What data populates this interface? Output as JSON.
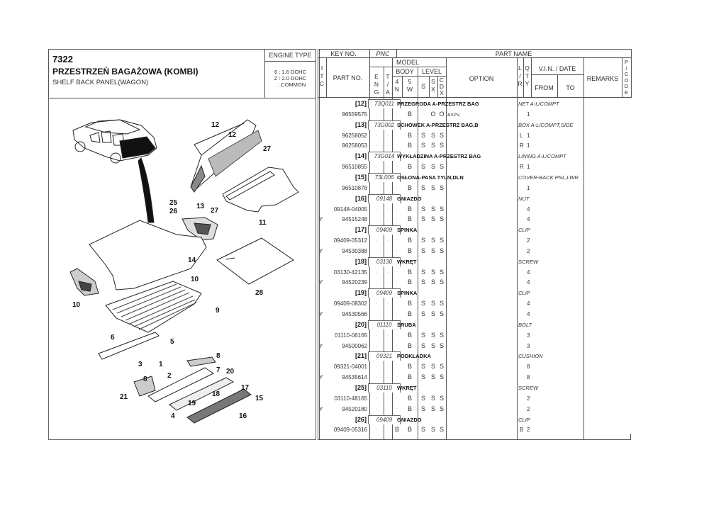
{
  "header": {
    "code": "7322",
    "title_pl": "PRZESTRZEŃ BAGAŻOWA (KOMBI)",
    "title_en": "SHELF BACK PANEL(WAGON)",
    "engine_type_label": "ENGINE TYPE",
    "engine_types": [
      "6 : 1.6 DOHC",
      "Z : 2.0 DOHC",
      ". : COMMON"
    ]
  },
  "table_header": {
    "key_no": "KEY NO.",
    "pnc": "PNC",
    "part_name": "PART NAME",
    "itc": [
      "I",
      "T",
      "C"
    ],
    "part_no": "PART NO.",
    "model": "MODEL",
    "body": "BODY",
    "level": "LEVEL",
    "eng": [
      "E",
      "N",
      "G"
    ],
    "ta": [
      "T",
      "/",
      "A"
    ],
    "n4": [
      "4",
      "N"
    ],
    "w5": [
      "5",
      "W"
    ],
    "s": "S",
    "sx": [
      "S",
      "X"
    ],
    "cdx": [
      "C",
      "D",
      "X"
    ],
    "option": "OPTION",
    "lr": [
      "L",
      "/",
      "R"
    ],
    "qty": [
      "Q",
      "T",
      "Y"
    ],
    "vin_date": "V.I.N. / DATE",
    "from": "FROM",
    "to": "TO",
    "remarks": "REMARKS",
    "pcode": [
      "P",
      "/",
      "C",
      "O",
      "D",
      "E"
    ]
  },
  "groups": [
    {
      "key": "[12]",
      "pnc": "73Q011",
      "name_pl": "PRZEGRODA A-PRZESTRZ BAG",
      "name_en": "NET A-L/COMPT",
      "parts": [
        {
          "itc": "",
          "no": "96559575",
          "eng": ".",
          "ta": ".",
          "n4": ".",
          "w5": "B",
          "s": ".",
          "sx": "O",
          "cdx": "O",
          "option": "&XPV.",
          "lr": "",
          "qty": "1"
        }
      ]
    },
    {
      "key": "[13]",
      "pnc": "73G002",
      "name_pl": "SCHOWEK A-PRZESTRZ BAG,B",
      "name_en": "BOX A-L/COMPT,SIDE",
      "parts": [
        {
          "itc": "",
          "no": "96258052",
          "eng": ".",
          "ta": ".",
          "n4": ".",
          "w5": "B",
          "s": "S",
          "sx": "S",
          "cdx": "S",
          "option": "",
          "lr": "L",
          "qty": "1"
        },
        {
          "itc": "",
          "no": "96258053",
          "eng": ".",
          "ta": ".",
          "n4": ".",
          "w5": "B",
          "s": "S",
          "sx": "S",
          "cdx": "S",
          "option": "",
          "lr": "R",
          "qty": "1"
        }
      ]
    },
    {
      "key": "[14]",
      "pnc": "73G014",
      "name_pl": "WYKŁADZINA A-PRZESTRZ BAG",
      "name_en": "LINING A-L/COMPT",
      "parts": [
        {
          "itc": "",
          "no": "96510855",
          "eng": ".",
          "ta": ".",
          "n4": ".",
          "w5": "B",
          "s": "S",
          "sx": "S",
          "cdx": "S",
          "option": "",
          "lr": "R",
          "qty": "1"
        }
      ]
    },
    {
      "key": "[15]",
      "pnc": "73L006",
      "name_pl": "OSŁONA-PASA TYLN,DLN",
      "name_en": "COVER-BACK PNL,LWR",
      "parts": [
        {
          "itc": "",
          "no": "96510878",
          "eng": ".",
          "ta": ".",
          "n4": ".",
          "w5": "B",
          "s": "S",
          "sx": "S",
          "cdx": "S",
          "option": "",
          "lr": "",
          "qty": "1"
        }
      ]
    },
    {
      "key": "[16]",
      "pnc": "09148",
      "name_pl": "GNIAZDO",
      "name_en": "NUT",
      "parts": [
        {
          "itc": "",
          "no": "09148-04005",
          "eng": ".",
          "ta": ".",
          "n4": ".",
          "w5": "B",
          "s": "S",
          "sx": "S",
          "cdx": "S",
          "option": "",
          "lr": "",
          "qty": "4"
        },
        {
          "itc": "Y",
          "no": "94515248",
          "eng": ".",
          "ta": ".",
          "n4": ".",
          "w5": "B",
          "s": "S",
          "sx": "S",
          "cdx": "S",
          "option": "",
          "lr": "",
          "qty": "4"
        }
      ]
    },
    {
      "key": "[17]",
      "pnc": "09409",
      "name_pl": "SPINKA",
      "name_en": "CLIP",
      "parts": [
        {
          "itc": "",
          "no": "09409-05312",
          "eng": ".",
          "ta": ".",
          "n4": ".",
          "w5": "B",
          "s": "S",
          "sx": "S",
          "cdx": "S",
          "option": "",
          "lr": "",
          "qty": "2"
        },
        {
          "itc": "Y",
          "no": "94530388",
          "eng": ".",
          "ta": ".",
          "n4": ".",
          "w5": "B",
          "s": "S",
          "sx": "S",
          "cdx": "S",
          "option": "",
          "lr": "",
          "qty": "2"
        }
      ]
    },
    {
      "key": "[18]",
      "pnc": "03130",
      "name_pl": "WKRĘT",
      "name_en": "SCREW",
      "parts": [
        {
          "itc": "",
          "no": "03130-42135",
          "eng": ".",
          "ta": ".",
          "n4": ".",
          "w5": "B",
          "s": "S",
          "sx": "S",
          "cdx": "S",
          "option": "",
          "lr": "",
          "qty": "4"
        },
        {
          "itc": "Y",
          "no": "94520239",
          "eng": ".",
          "ta": ".",
          "n4": ".",
          "w5": "B",
          "s": "S",
          "sx": "S",
          "cdx": "S",
          "option": "",
          "lr": "",
          "qty": "4"
        }
      ]
    },
    {
      "key": "[19]",
      "pnc": "09409",
      "name_pl": "SPINKA",
      "name_en": "CLIP",
      "parts": [
        {
          "itc": "",
          "no": "09409-08302",
          "eng": ".",
          "ta": ".",
          "n4": ".",
          "w5": "B",
          "s": "S",
          "sx": "S",
          "cdx": "S",
          "option": "",
          "lr": "",
          "qty": "4"
        },
        {
          "itc": "Y",
          "no": "94530566",
          "eng": ".",
          "ta": ".",
          "n4": ".",
          "w5": "B",
          "s": "S",
          "sx": "S",
          "cdx": "S",
          "option": "",
          "lr": "",
          "qty": "4"
        }
      ]
    },
    {
      "key": "[20]",
      "pnc": "01110",
      "name_pl": "ŚRUBA",
      "name_en": "BOLT",
      "parts": [
        {
          "itc": "",
          "no": "01110-06165",
          "eng": ".",
          "ta": ".",
          "n4": ".",
          "w5": "B",
          "s": "S",
          "sx": "S",
          "cdx": "S",
          "option": "",
          "lr": "",
          "qty": "3"
        },
        {
          "itc": "Y",
          "no": "94500062",
          "eng": ".",
          "ta": ".",
          "n4": ".",
          "w5": "B",
          "s": "S",
          "sx": "S",
          "cdx": "S",
          "option": "",
          "lr": "",
          "qty": "3"
        }
      ]
    },
    {
      "key": "[21]",
      "pnc": "09321",
      "name_pl": "PODKŁADKA",
      "name_en": "CUSHION",
      "parts": [
        {
          "itc": "",
          "no": "09321-04001",
          "eng": ".",
          "ta": ".",
          "n4": ".",
          "w5": "B",
          "s": "S",
          "sx": "S",
          "cdx": "S",
          "option": "",
          "lr": "",
          "qty": "8"
        },
        {
          "itc": "Y",
          "no": "94535614",
          "eng": ".",
          "ta": ".",
          "n4": ".",
          "w5": "B",
          "s": "S",
          "sx": "S",
          "cdx": "S",
          "option": "",
          "lr": "",
          "qty": "8"
        }
      ]
    },
    {
      "key": "[25]",
      "pnc": "03110",
      "name_pl": "WKRĘT",
      "name_en": "SCREW",
      "parts": [
        {
          "itc": "",
          "no": "03110-48165",
          "eng": ".",
          "ta": ".",
          "n4": ".",
          "w5": "B",
          "s": "S",
          "sx": "S",
          "cdx": "S",
          "option": "",
          "lr": "",
          "qty": "2"
        },
        {
          "itc": "Y",
          "no": "94520180",
          "eng": ".",
          "ta": ".",
          "n4": ".",
          "w5": "B",
          "s": "S",
          "sx": "S",
          "cdx": "S",
          "option": "",
          "lr": "",
          "qty": "2"
        }
      ]
    },
    {
      "key": "[26]",
      "pnc": "09409",
      "name_pl": "GNIAZDO",
      "name_en": "CLIP",
      "parts": [
        {
          "itc": "",
          "no": "09409-05316",
          "eng": ".",
          "ta": ".",
          "n4": "B",
          "w5": "B",
          "s": "S",
          "sx": "S",
          "cdx": "S",
          "option": "",
          "lr": "B",
          "qty": "2"
        }
      ]
    }
  ],
  "diagram": {
    "callouts": [
      "12",
      "12",
      "27",
      "25",
      "26",
      "13",
      "27",
      "11",
      "14",
      "28",
      "10",
      "10",
      "9",
      "6",
      "5",
      "8",
      "3",
      "1",
      "2",
      "8",
      "7",
      "20",
      "17",
      "18",
      "15",
      "21",
      "19",
      "4",
      "16"
    ]
  }
}
